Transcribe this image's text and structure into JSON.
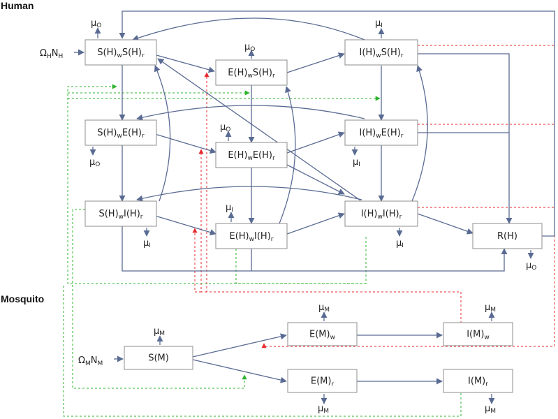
{
  "sections": {
    "human": "Human",
    "mosquito": "Mosquito"
  },
  "colors": {
    "flow": "#5a6b93",
    "red_link": "#e8272d",
    "green_link": "#2bb32b"
  },
  "inputs": {
    "human": {
      "main": "Ω",
      "sub1": "H",
      "mid": "N",
      "sub2": "H"
    },
    "mosquito": {
      "main": "Ω",
      "sub1": "M",
      "mid": "N",
      "sub2": "M"
    }
  },
  "compartments": [
    {
      "id": "SwSr",
      "parts": [
        "S(H)",
        "w",
        "S(H)",
        "r"
      ]
    },
    {
      "id": "EwSr",
      "parts": [
        "E(H)",
        "w",
        "S(H)",
        "r"
      ]
    },
    {
      "id": "IwSr",
      "parts": [
        "I(H)",
        "w",
        "S(H)",
        "r"
      ]
    },
    {
      "id": "SwEr",
      "parts": [
        "S(H)",
        "w",
        "E(H)",
        "r"
      ]
    },
    {
      "id": "EwEr",
      "parts": [
        "E(H)",
        "w",
        "E(H)",
        "r"
      ]
    },
    {
      "id": "IwEr",
      "parts": [
        "I(H)",
        "w",
        "E(H)",
        "r"
      ]
    },
    {
      "id": "SwIr",
      "parts": [
        "S(H)",
        "w",
        "I(H)",
        "r"
      ]
    },
    {
      "id": "EwIr",
      "parts": [
        "E(H)",
        "w",
        "I(H)",
        "r"
      ]
    },
    {
      "id": "IwIr",
      "parts": [
        "I(H)",
        "w",
        "I(H)",
        "r"
      ]
    },
    {
      "id": "RH",
      "parts": [
        "R(H)"
      ]
    },
    {
      "id": "SM",
      "parts": [
        "S(M)"
      ]
    },
    {
      "id": "EMw",
      "parts": [
        "E(M)",
        "w"
      ]
    },
    {
      "id": "IMw",
      "parts": [
        "I(M)",
        "w"
      ]
    },
    {
      "id": "EMr",
      "parts": [
        "E(M)",
        "r"
      ]
    },
    {
      "id": "IMr",
      "parts": [
        "I(M)",
        "r"
      ]
    }
  ],
  "mortality": {
    "SwSr": {
      "main": "μ",
      "sub": "O"
    },
    "EwSr": {
      "main": "μ",
      "sub": "O"
    },
    "IwSr": {
      "main": "μ",
      "sub": "I"
    },
    "SwEr": {
      "main": "μ",
      "sub": "O"
    },
    "EwEr": {
      "main": "μ",
      "sub": "O"
    },
    "IwEr": {
      "main": "μ",
      "sub": "I"
    },
    "SwIr": {
      "main": "μ",
      "sub": "I"
    },
    "EwIr": {
      "main": "μ",
      "sub": "I"
    },
    "IwIr": {
      "main": "μ",
      "sub": "I"
    },
    "RH": {
      "main": "μ",
      "sub": "O"
    },
    "SM": {
      "main": "μ",
      "sub": "M"
    },
    "EMw": {
      "main": "μ",
      "sub": "M"
    },
    "IMw": {
      "main": "μ",
      "sub": "M"
    },
    "EMr": {
      "main": "μ",
      "sub": "M"
    },
    "IMr": {
      "main": "μ",
      "sub": "M"
    }
  }
}
